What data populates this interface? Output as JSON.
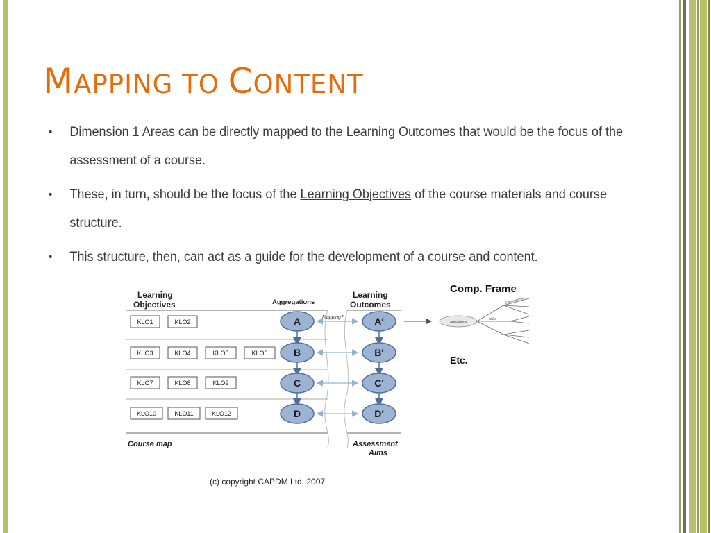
{
  "slide": {
    "title_first_cap": "M",
    "title_rest_1": "APPING TO ",
    "title_second_cap": "C",
    "title_rest_2": "ONTENT"
  },
  "bullets": [
    {
      "before": "Dimension 1 Areas can be directly mapped to the ",
      "link": "Learning Outcomes",
      "after": " that would be the focus of the assessment of a course."
    },
    {
      "before": "These, in turn, should be the focus of the ",
      "link": "Learning Objectives",
      "after": " of the course materials and course structure."
    },
    {
      "before": "This structure, then, can act as a guide for the development of a course and content.",
      "link": "",
      "after": ""
    }
  ],
  "bullet_glyph": "•",
  "diagram": {
    "left_header_line1": "Learning",
    "left_header_line2": "Objectives",
    "aggregations": "Aggregations",
    "right_header_line1": "Learning",
    "right_header_line2": "Outcomes",
    "mapping_label": "Mapping?",
    "rows": [
      {
        "klos": [
          "KLO1",
          "KLO2"
        ],
        "agg": "A",
        "outcome": "A′"
      },
      {
        "klos": [
          "KLO3",
          "KLO4",
          "KLO5",
          "KLO6"
        ],
        "agg": "B",
        "outcome": "B′"
      },
      {
        "klos": [
          "KLO7",
          "KLO8",
          "KLO9"
        ],
        "agg": "C",
        "outcome": "C′"
      },
      {
        "klos": [
          "KLO10",
          "KLO11",
          "KLO12"
        ],
        "agg": "D",
        "outcome": "D′"
      }
    ],
    "course_map": "Course map",
    "assessment_line1": "Assessment",
    "assessment_line2": "Aims",
    "comp_frame": "Comp. Frame",
    "etc": "Etc.",
    "specialisms": "Specialisms",
    "competencies": "Competencies",
    "skills": "Skills",
    "copyright": "(c) copyright CAPDM Ltd. 2007"
  },
  "colors": {
    "title": "#e46c0a",
    "accent_border": "#b7c06b",
    "node_fill": "#9cb3d4",
    "node_stroke": "#4f6f9a"
  }
}
